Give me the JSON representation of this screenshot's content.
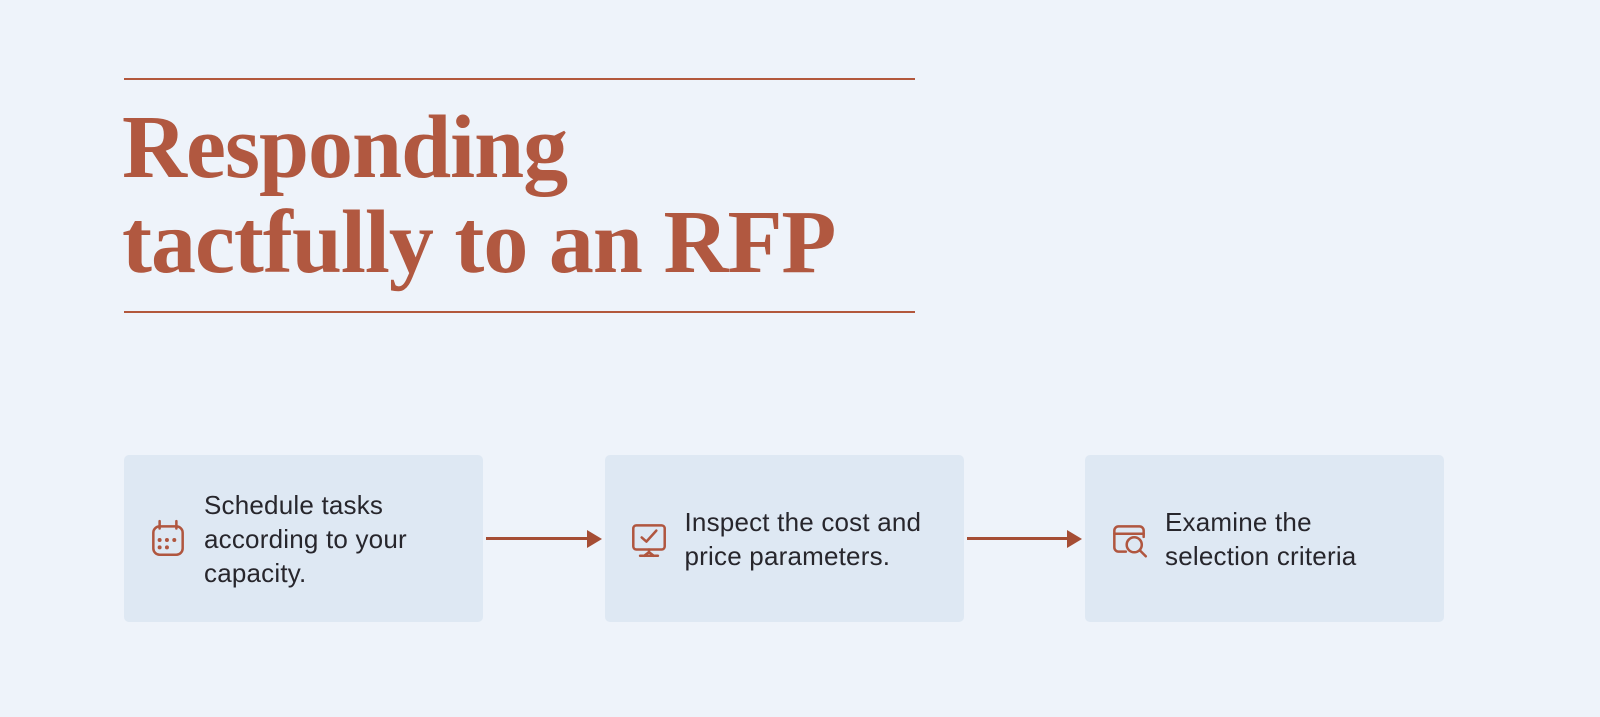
{
  "header": {
    "title_line1": "Responding",
    "title_line2": "tactfully to an RFP"
  },
  "steps": [
    {
      "icon": "calendar-icon",
      "text": "Schedule tasks\naccording to your\ncapacity."
    },
    {
      "icon": "monitor-check-icon",
      "text": "Inspect the cost and\nprice parameters."
    },
    {
      "icon": "browser-search-icon",
      "text": "Examine the\nselection criteria"
    }
  ],
  "colors": {
    "background": "#eef3fa",
    "card_background": "#dee8f3",
    "accent_title": "#b15840",
    "accent_rule": "#b2573c",
    "accent_arrow": "#a54d34",
    "accent_icon": "#b0563f",
    "body_text": "#27262c"
  }
}
